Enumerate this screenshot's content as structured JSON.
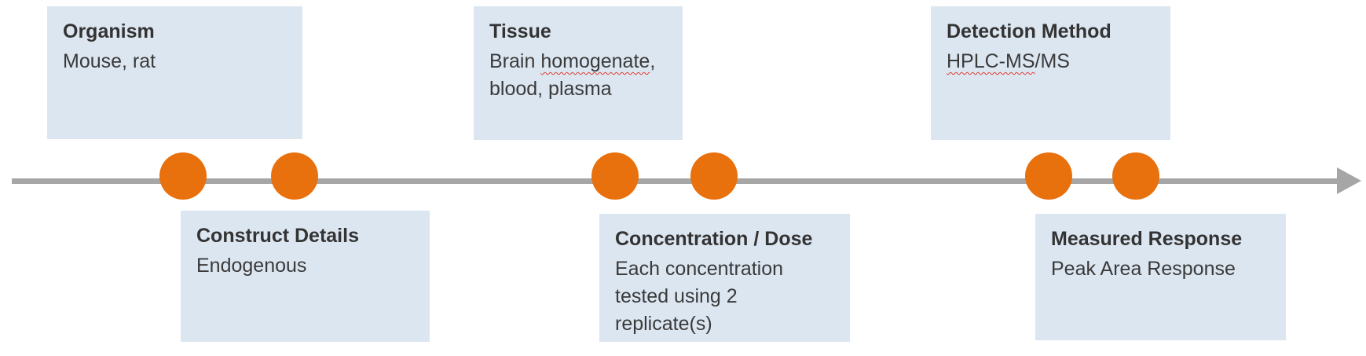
{
  "palette": {
    "box_background": "#dce6f1",
    "dot_orange": "#e8700d",
    "arrow_gray": "#a6a6a6",
    "text_dark": "#333333",
    "spellcheck_red": "#e03c31"
  },
  "boxes": {
    "organism": {
      "title": "Organism",
      "body": "Mouse, rat"
    },
    "tissue": {
      "title": "Tissue",
      "body_pre": "Brain ",
      "body_flagged": "homogenate",
      "body_post": ", blood, plasma"
    },
    "detection": {
      "title": "Detection Method",
      "body_flagged": "HPLC-MS",
      "body_post": "/MS"
    },
    "construct": {
      "title": "Construct Details",
      "body": "Endogenous"
    },
    "concentration": {
      "title": "Concentration / Dose",
      "body": "Each concentration tested using 2 replicate(s)"
    },
    "measured": {
      "title": "Measured Response",
      "body": "Peak Area Response"
    }
  },
  "timeline": {
    "dot_count": 6,
    "direction": "left-to-right"
  }
}
